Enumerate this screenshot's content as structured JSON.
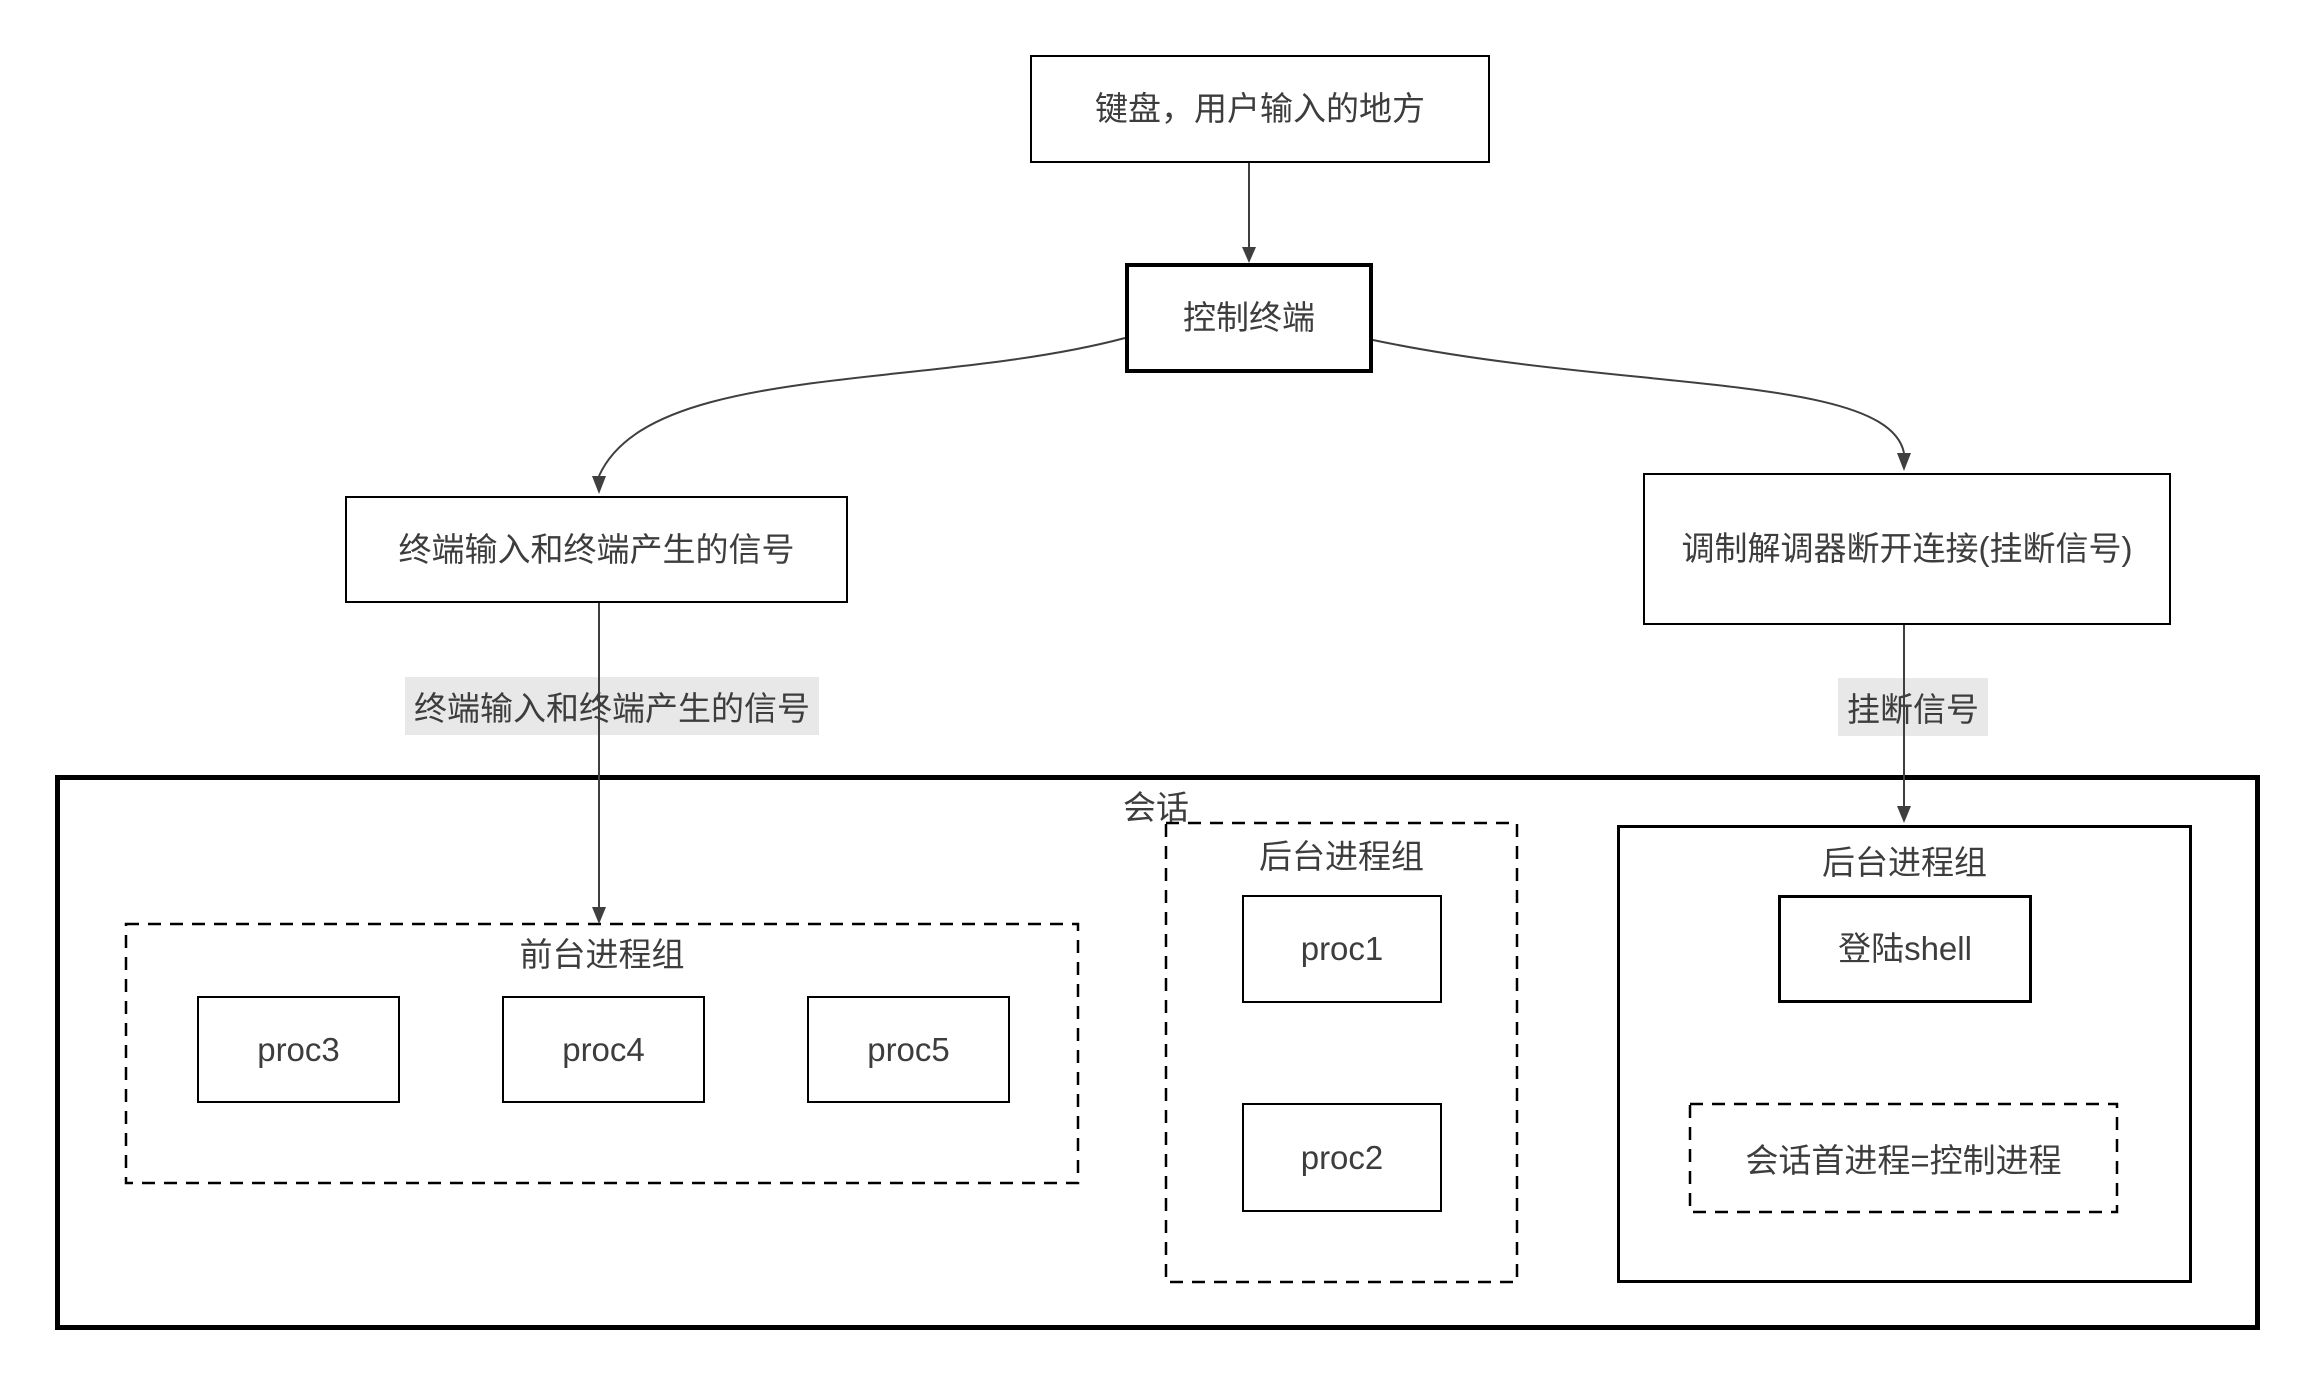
{
  "colors": {
    "line": "#3f3f3f",
    "text": "#3d3d3d",
    "border": "#000000",
    "edge_label_bg": "#e8e8e8",
    "canvas_bg": "#ffffff"
  },
  "diagram": {
    "keyboard_box": "键盘，用户输入的地方",
    "terminal_box": "控制终端",
    "terminal_signals_box": "终端输入和终端产生的信号",
    "modem_box": "调制解调器断开连接(挂断信号)",
    "terminal_signals_edge_label": "终端输入和终端产生的信号",
    "hangup_edge_label": "挂断信号",
    "session": {
      "title": "会话",
      "foreground_group": {
        "title": "前台进程组",
        "procs": [
          "proc3",
          "proc4",
          "proc5"
        ]
      },
      "background_group_1": {
        "title": "后台进程组",
        "procs": [
          "proc1",
          "proc2"
        ]
      },
      "background_group_2": {
        "title": "后台进程组",
        "login_shell": "登陆shell",
        "session_leader": "会话首进程=控制进程"
      }
    }
  }
}
